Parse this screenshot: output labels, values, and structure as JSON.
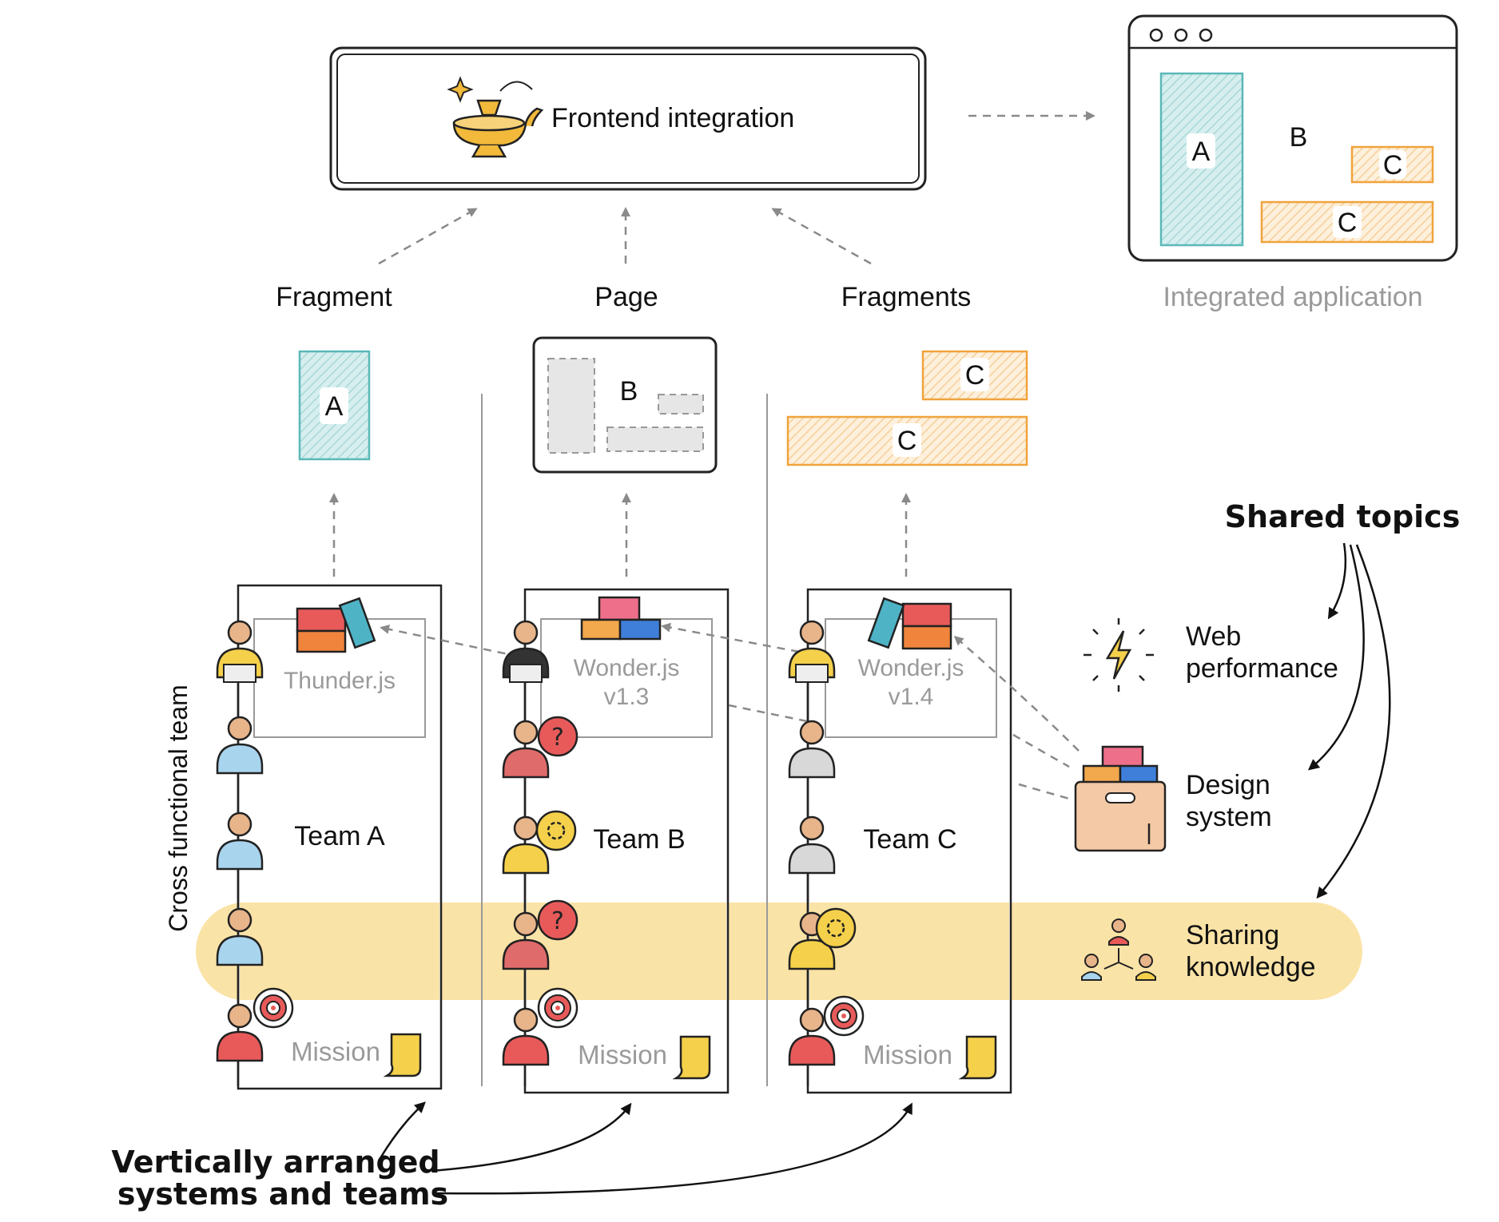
{
  "frontend_integration": {
    "title": "Frontend integration",
    "icon": "magic-lamp-icon"
  },
  "integrated_app": {
    "caption": "Integrated application",
    "blocks": {
      "a": "A",
      "b": "B",
      "c_small": "C",
      "c_large": "C"
    }
  },
  "outputs": {
    "fragment": {
      "label": "Fragment",
      "block": "A"
    },
    "page": {
      "label": "Page",
      "block": "B"
    },
    "fragments": {
      "label": "Fragments",
      "block_small": "C",
      "block_large": "C"
    }
  },
  "teams": [
    {
      "name": "Team A",
      "library": "Thunder.js",
      "library_version": "",
      "mission": "Mission"
    },
    {
      "name": "Team B",
      "library": "Wonder.js",
      "library_version": "v1.3",
      "mission": "Mission"
    },
    {
      "name": "Team C",
      "library": "Wonder.js",
      "library_version": "v1.4",
      "mission": "Mission"
    }
  ],
  "side_label": "Cross functional team",
  "shared_topics": {
    "title": "Shared topics",
    "web_performance": {
      "line1": "Web",
      "line2": "performance",
      "icon": "lightning-icon"
    },
    "design_system": {
      "line1": "Design",
      "line2": "system",
      "icon": "box-icon"
    },
    "sharing_knowledge": {
      "line1": "Sharing",
      "line2": "knowledge",
      "icon": "people-network-icon"
    }
  },
  "footer": {
    "line1": "Vertically arranged",
    "line2": "systems and teams"
  },
  "colors": {
    "team_a_fragment": "#5bb8b8",
    "team_c_fragment": "#f0a33c",
    "highlight_band": "#fae3a6",
    "arrow": "#8a8a8a"
  }
}
